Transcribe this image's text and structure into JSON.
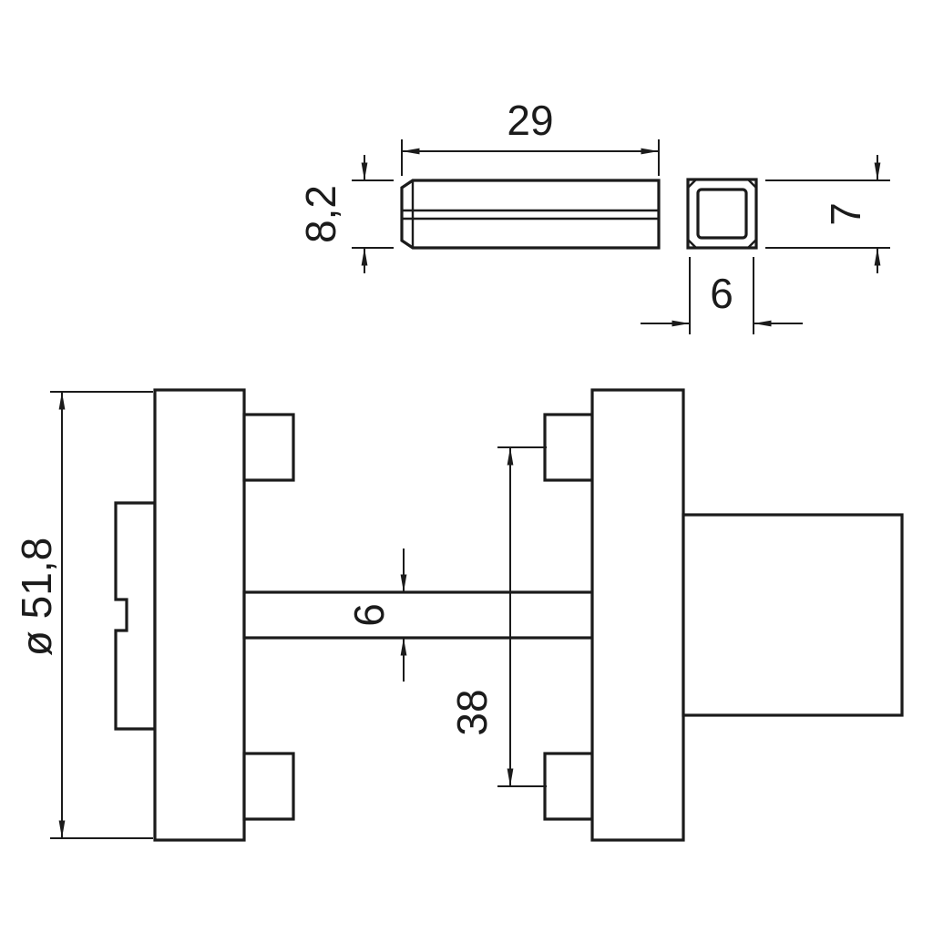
{
  "drawing": {
    "type": "technical-dimension-drawing",
    "line_color": "#1b1b1b",
    "background": "#ffffff",
    "dims": {
      "spindle_length": "29",
      "spindle_height": "8,2",
      "section_height": "7",
      "section_width": "6",
      "rosette_diameter": "ø 51,8",
      "spindle_thickness": "6",
      "hole_spacing": "38"
    }
  }
}
